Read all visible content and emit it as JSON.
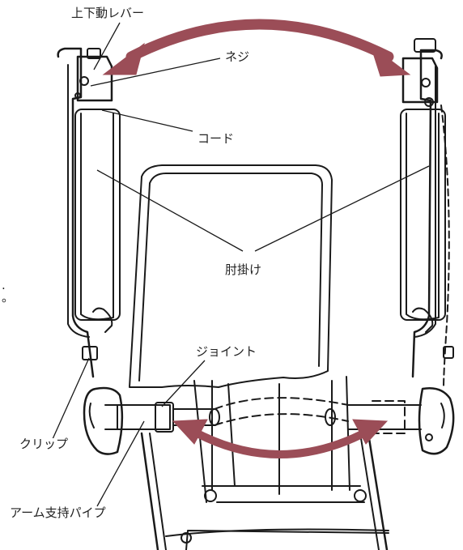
{
  "labels": {
    "lever": "上下動レバー",
    "screw": "ネジ",
    "cord": "コード",
    "armrest": "肘掛け",
    "joint": "ジョイント",
    "clip": "クリップ",
    "arm_pipe": "アーム支持パイプ"
  },
  "edge_marks": {
    "dot": ".",
    "period": "。"
  },
  "colors": {
    "arrow": "#9b4d57",
    "line": "#1a1a1a"
  }
}
